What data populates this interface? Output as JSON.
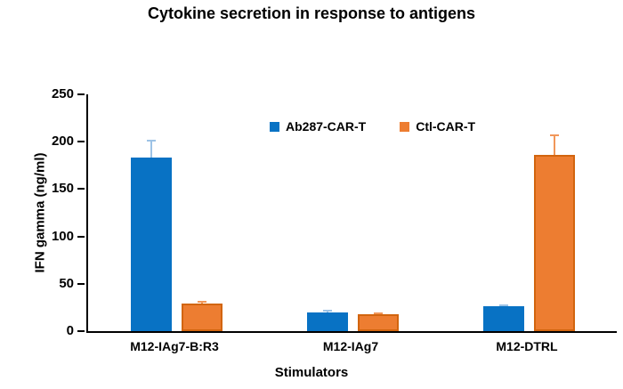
{
  "chart_data": {
    "type": "bar",
    "title": "Cytokine secretion in response to antigens",
    "xlabel": "Stimulators",
    "ylabel": "IFN gamma (ng/ml)",
    "categories": [
      "M12-IAg7-B:R3",
      "M12-IAg7",
      "M12-DTRL"
    ],
    "series": [
      {
        "name": "Ab287-CAR-T",
        "color": "#0872C4",
        "border_color": "#0872C4",
        "error_color": "#9DC3E6",
        "values": [
          183,
          20,
          26
        ],
        "errors": [
          19,
          3,
          2
        ]
      },
      {
        "name": "Ctl-CAR-T",
        "color": "#ED7D31",
        "border_color": "#D2650F",
        "error_color": "#F1975A",
        "values": [
          29,
          18,
          186
        ],
        "errors": [
          3,
          2,
          22
        ]
      }
    ],
    "ylim": [
      0,
      250
    ],
    "yticks": [
      0,
      50,
      100,
      150,
      200,
      250
    ],
    "grid": false,
    "legend_position": "top-center",
    "axis_color": "#000000",
    "text_color": "#000000",
    "background_color": "#FFFFFF"
  }
}
